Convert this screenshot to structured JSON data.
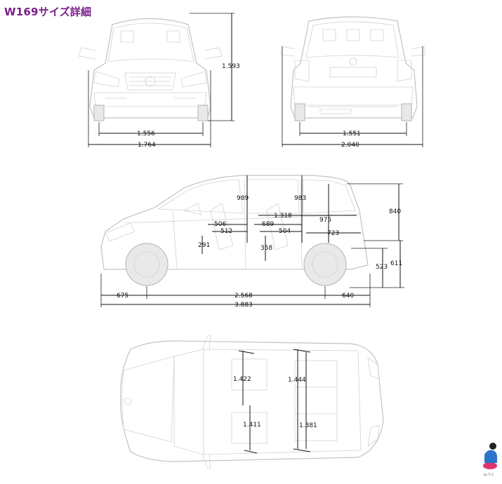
{
  "title": "W169サイズ詳細",
  "front_view": {
    "height": "1.593",
    "track_front": "1.556",
    "width": "1.764"
  },
  "rear_view": {
    "track_rear": "1.551",
    "width_with_mirrors": "2.040"
  },
  "side_view": {
    "headroom_front": "989",
    "headroom_rear": "983",
    "roof_to_beltline": "840",
    "legroom_1318": "1.318",
    "legroom_975": "975",
    "seat_506": "506",
    "seat_512": "512",
    "seat_689": "689",
    "seat_504": "504",
    "cargo_723": "723",
    "seat_height_291": "291",
    "seat_height_358": "358",
    "load_height_523": "523",
    "load_height_611": "611",
    "front_overhang": "675",
    "wheelbase": "2.568",
    "rear_overhang": "640",
    "length": "3.883"
  },
  "top_view": {
    "shoulder_front": "1.422",
    "shoulder_rear": "1.444",
    "hip_front": "1.411",
    "hip_rear": "1.381"
  },
  "logo": {
    "caption": "by T.I.C",
    "colors": {
      "pink": "#e0336b",
      "blue": "#2b74c9",
      "dark": "#222222"
    }
  }
}
